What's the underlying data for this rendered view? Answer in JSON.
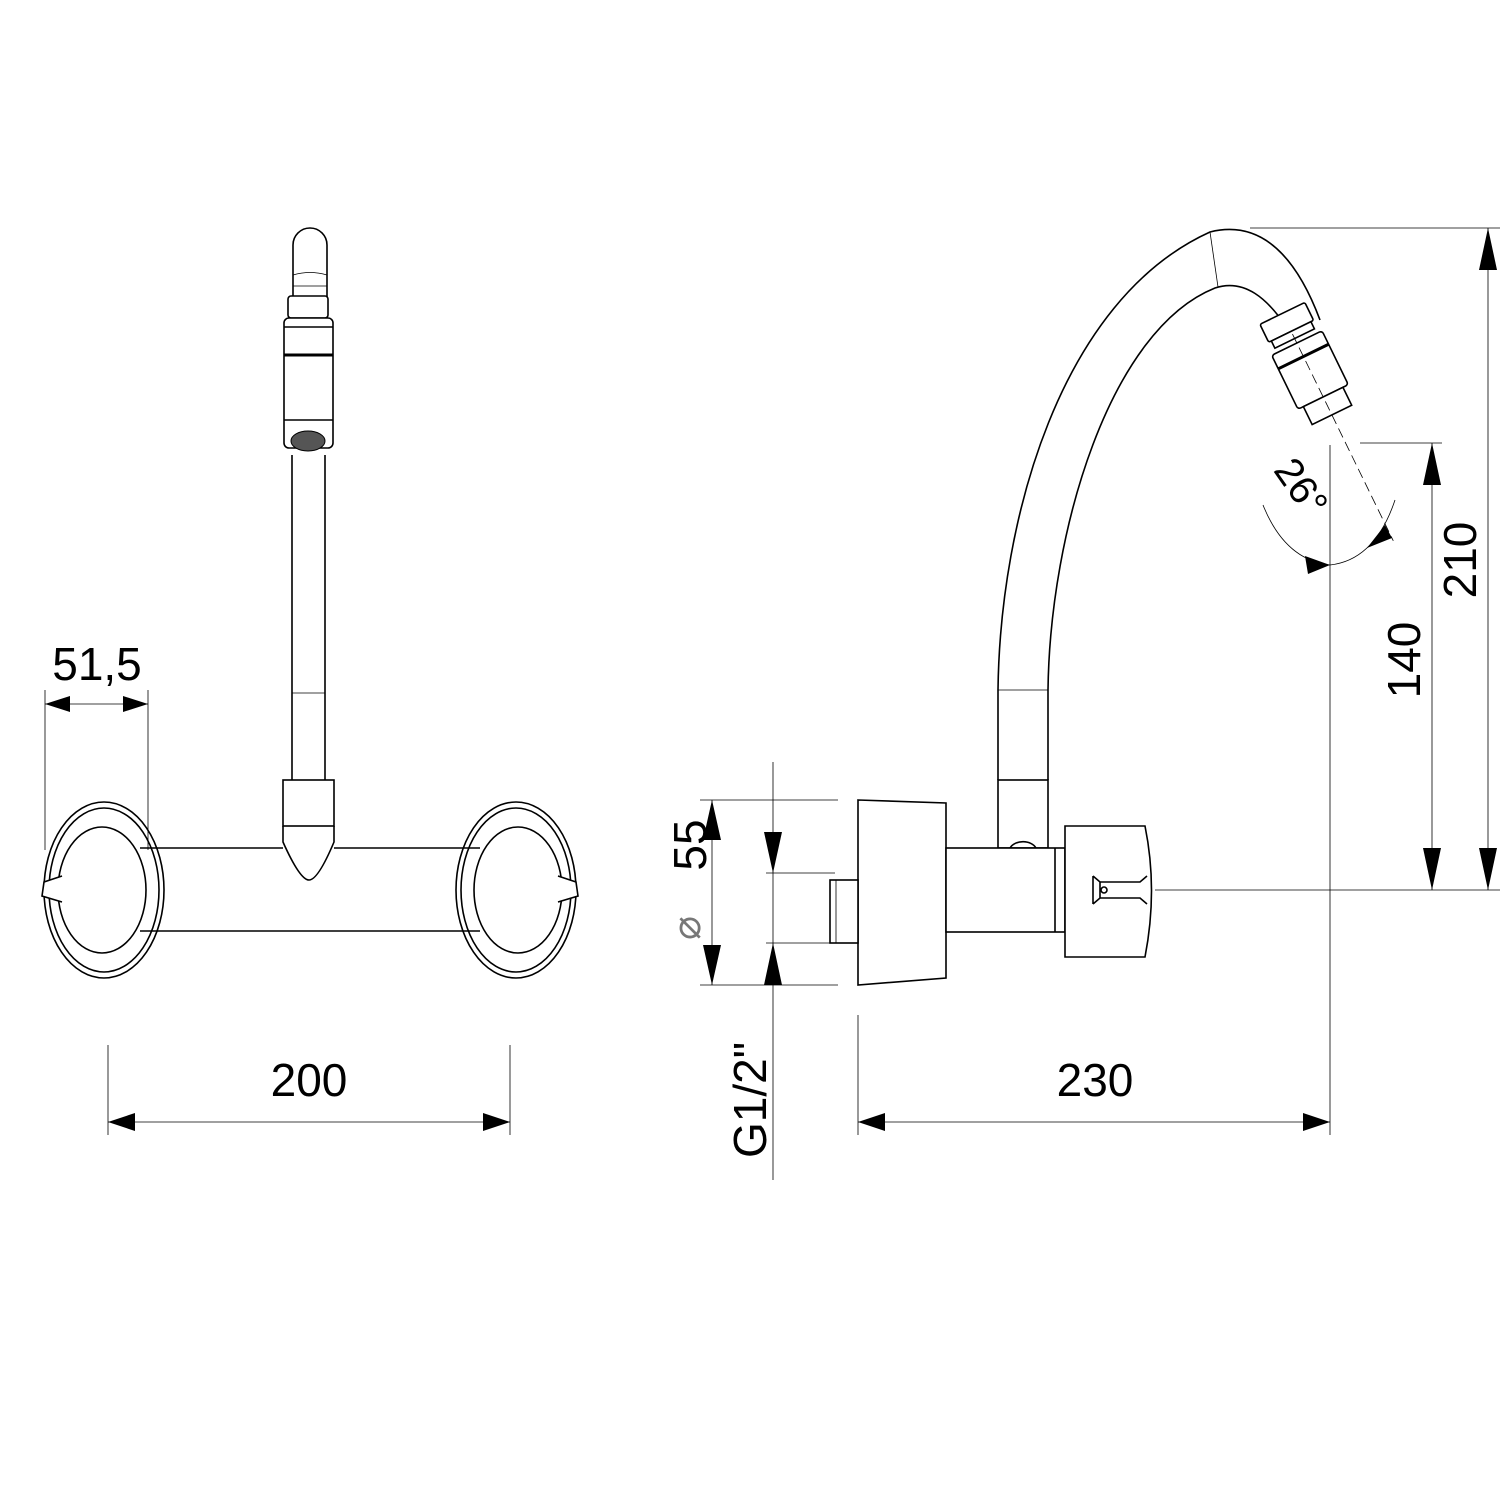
{
  "front_view": {
    "dim_rosette_width": "51,5",
    "dim_center_distance": "200"
  },
  "side_view": {
    "dim_rosette_diameter": "55",
    "diameter_symbol": "⌀",
    "dim_thread": "G1/2\"",
    "dim_projection": "230",
    "dim_outlet_height": "140",
    "dim_total_height": "210",
    "dim_angle": "26°"
  }
}
